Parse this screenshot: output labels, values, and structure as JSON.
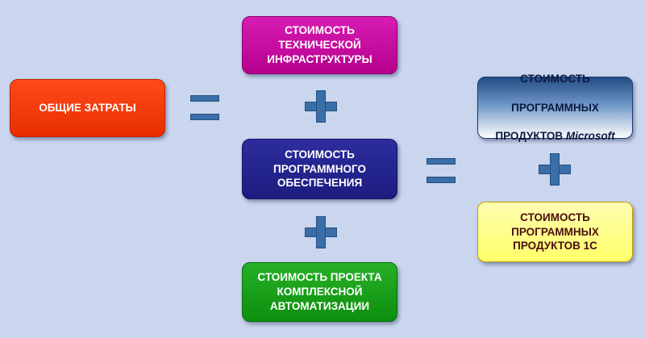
{
  "boxes": {
    "total": "ОБЩИЕ ЗАТРАТЫ",
    "infrastructure": "СТОИМОСТЬ\nТЕХНИЧЕСКОЙ\nИНФРАСТРУКТУРЫ",
    "software": "СТОИМОСТЬ\nПРОГРАММНОГО\nОБЕСПЕЧЕНИЯ",
    "project": "СТОИМОСТЬ ПРОЕКТА\nКОМПЛЕКСНОЙ\nАВТОМАТИЗАЦИИ",
    "microsoft": {
      "line1": "СТОИМОСТЬ",
      "line2": "ПРОГРАММНЫХ",
      "line3_prefix": "ПРОДУКТОВ ",
      "line3_brand": "Microsoft"
    },
    "onec": "СТОИМОСТЬ\nПРОГРАММНЫХ\nПРОДУКТОВ 1С"
  },
  "colors": {
    "background": "#c9d6ee",
    "total": "#f23a0c",
    "infrastructure": "#c80ea0",
    "software": "#232390",
    "project": "#1a9f1a",
    "microsoft": "#244d87",
    "onec": "#ffff80",
    "operators": "#3a6ea8"
  },
  "operators": {
    "equals_icon": "equals-sign",
    "plus_icon": "plus-sign"
  }
}
